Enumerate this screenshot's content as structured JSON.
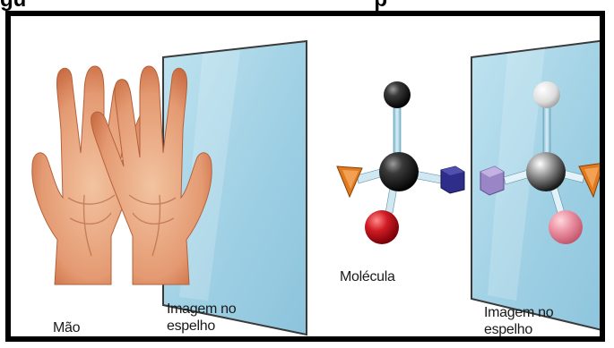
{
  "caption": {
    "prefix": "gu",
    "suffix": "p"
  },
  "labels": {
    "hand": "Mão",
    "hand_mirror_line1": "Imagem no",
    "hand_mirror_line2": "espelho",
    "molecule": "Molécula",
    "molecule_mirror_line1": "Imagem no",
    "molecule_mirror_line2": "espelho"
  },
  "colors": {
    "skin": "#e39b73",
    "mirror": "#a9d6e8",
    "atom_top_original": "#2a2a2a",
    "atom_top_mirror": "#e8e8e8",
    "atom_bottom_original": "#c4121b",
    "atom_bottom_mirror": "#e38a9a",
    "cube_original": "#2e2e8a",
    "cube_mirror": "#9a86c6",
    "cone": "#e07a1e"
  }
}
